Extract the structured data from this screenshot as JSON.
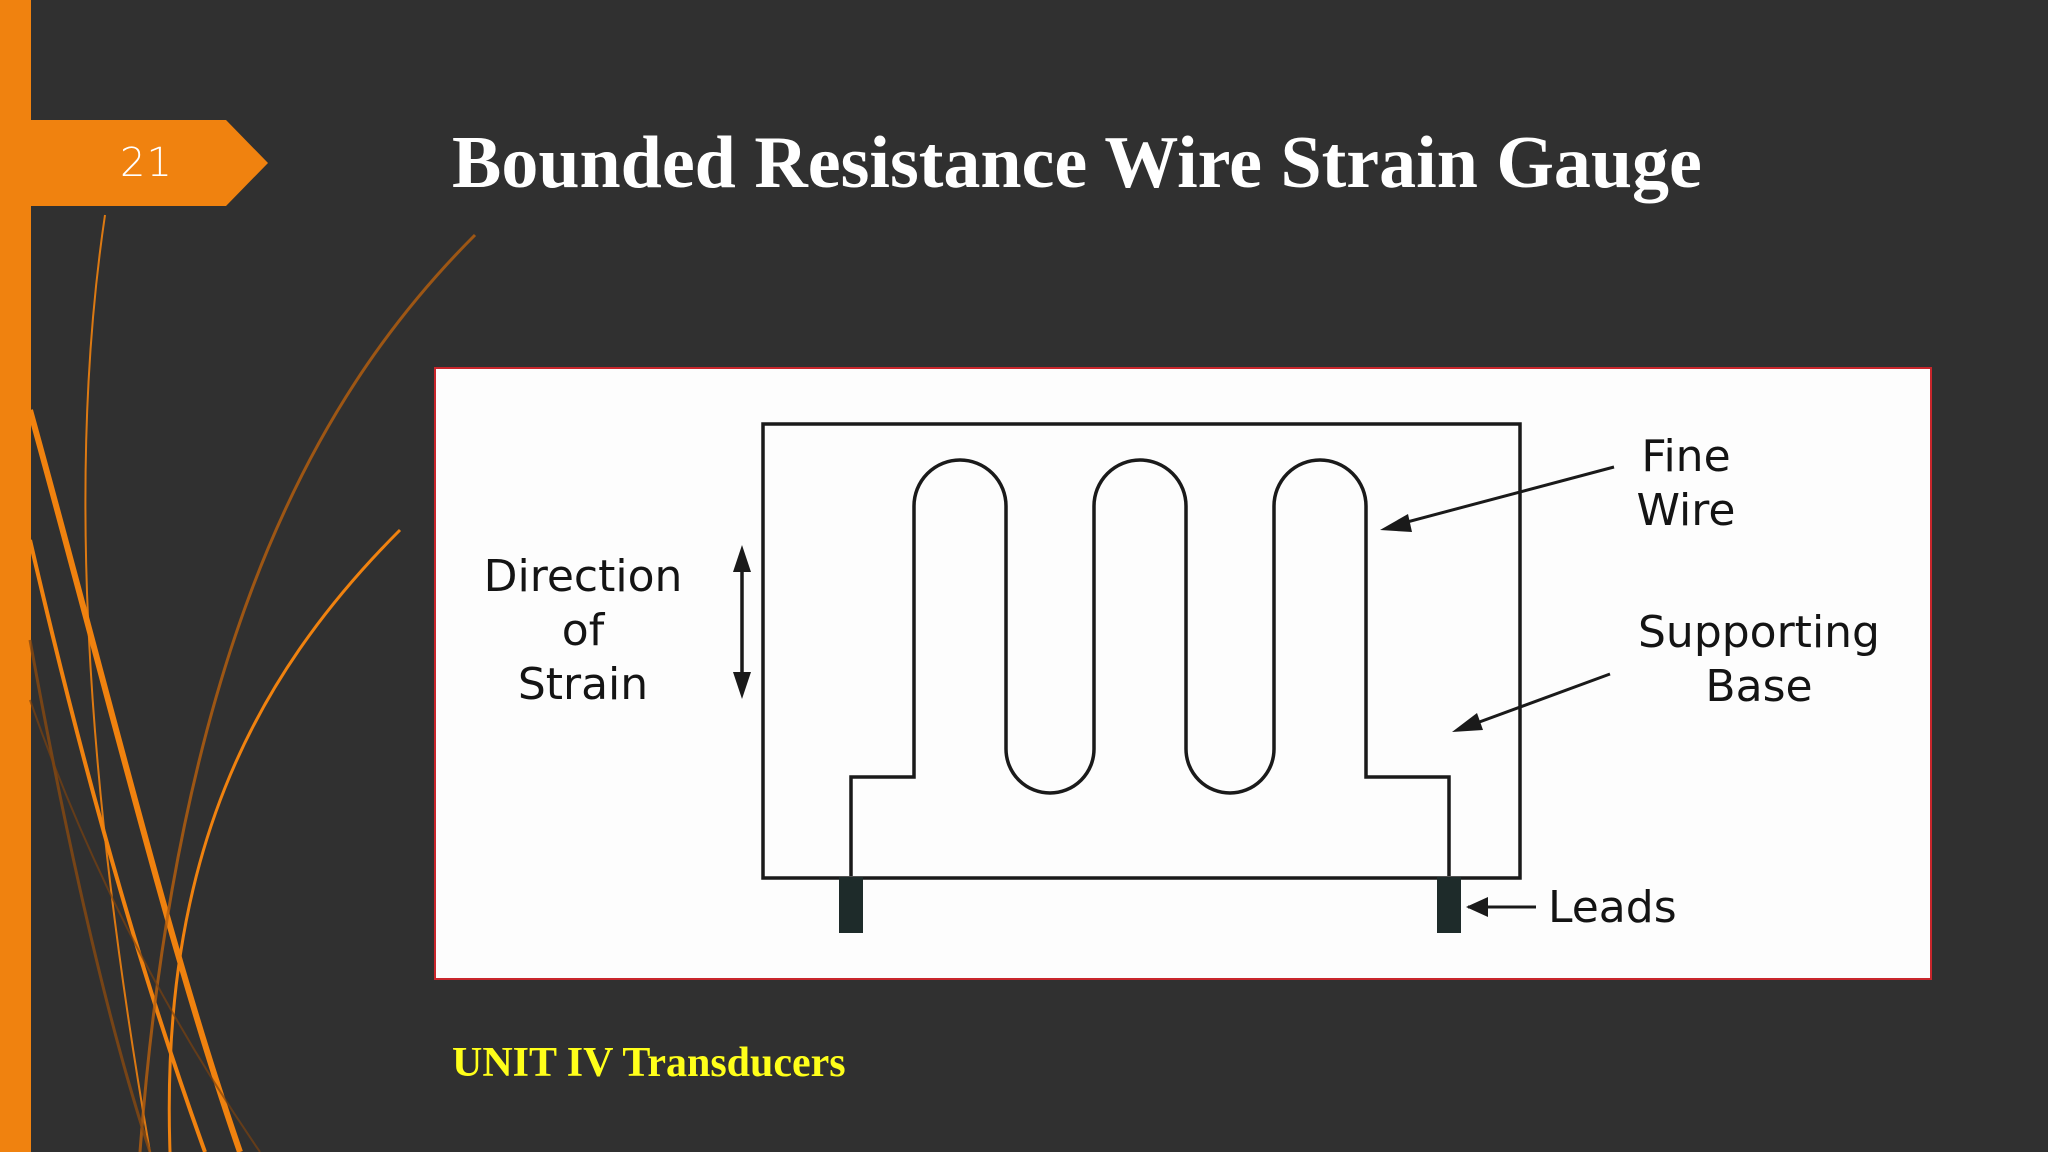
{
  "slide": {
    "number": "21",
    "title": "Bounded Resistance Wire Strain Gauge",
    "footer": "UNIT IV Transducers"
  },
  "diagram": {
    "labels": {
      "direction_line1": "Direction",
      "direction_line2": "of",
      "direction_line3": "Strain",
      "fine_wire_line1": "Fine",
      "fine_wire_line2": "Wire",
      "supporting_base_line1": "Supporting",
      "supporting_base_line2": "Base",
      "leads": "Leads"
    }
  },
  "colors": {
    "background": "#303030",
    "accent": "#f0820f",
    "title": "#ffffff",
    "footer": "#ffff1a",
    "figure_border": "#c8262c"
  }
}
